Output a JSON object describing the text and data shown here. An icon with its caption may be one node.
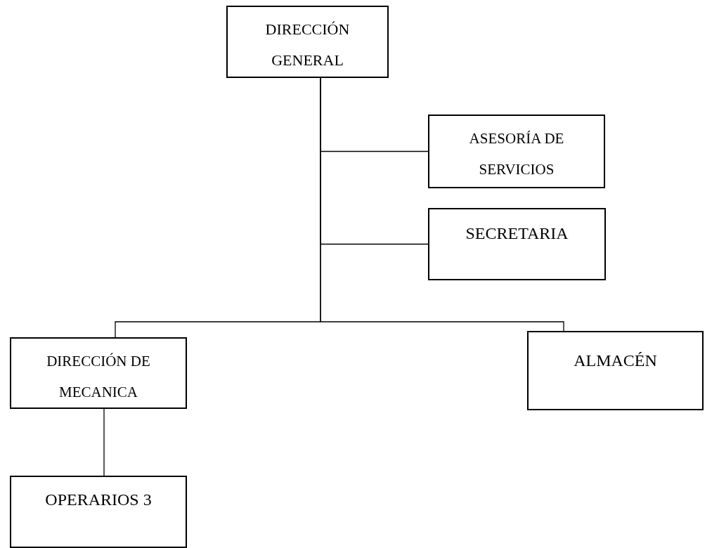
{
  "diagram": {
    "nodes": [
      {
        "text": [
          "DIRECCIÓN GENERAL"
        ]
      },
      {
        "text": [
          "ASESORÍA DE SERVICIOS"
        ]
      },
      {
        "text": [
          "SECRETARIA"
        ]
      },
      {
        "text": [
          "DIRECCIÓN DE MECANICA"
        ]
      },
      {
        "text": [
          "ALMACÉN"
        ]
      },
      {
        "text": [
          "OPERARIOS 3"
        ]
      }
    ],
    "edges": [
      {
        "from": 0,
        "to": 1,
        "arrow": "none"
      },
      {
        "from": 0,
        "to": 2,
        "arrow": "none"
      },
      {
        "from": 0,
        "to": 3,
        "arrow": "none"
      },
      {
        "from": 0,
        "to": 4,
        "arrow": "none"
      },
      {
        "from": 3,
        "to": 5,
        "arrow": "none"
      }
    ]
  }
}
